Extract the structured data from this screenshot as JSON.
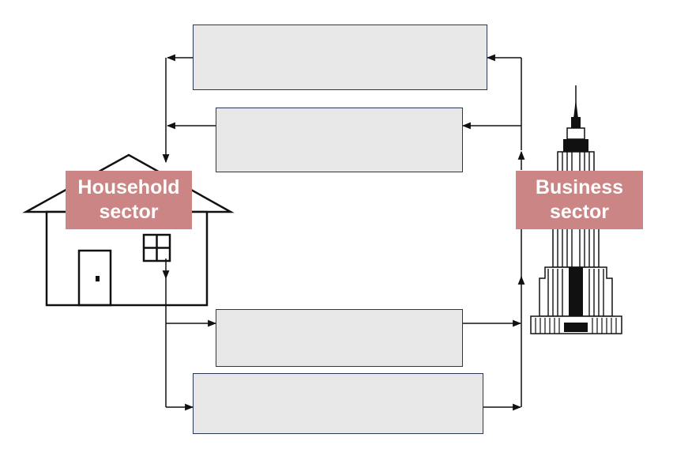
{
  "colors": {
    "label_fill": "#cb8584",
    "box_fill": "#e7e7e7",
    "box_border": "#2a3658",
    "line": "#111111"
  },
  "household": {
    "label_line1": "Household",
    "label_line2": "sector",
    "icon": "house-icon"
  },
  "business": {
    "label_line1": "Business",
    "label_line2": "sector",
    "icon": "skyscraper-icon"
  },
  "flow_boxes": [
    {
      "label": "",
      "direction": "business-to-household"
    },
    {
      "label": "",
      "direction": "business-to-household"
    },
    {
      "label": "",
      "direction": "household-to-business"
    },
    {
      "label": "",
      "direction": "household-to-business"
    }
  ]
}
